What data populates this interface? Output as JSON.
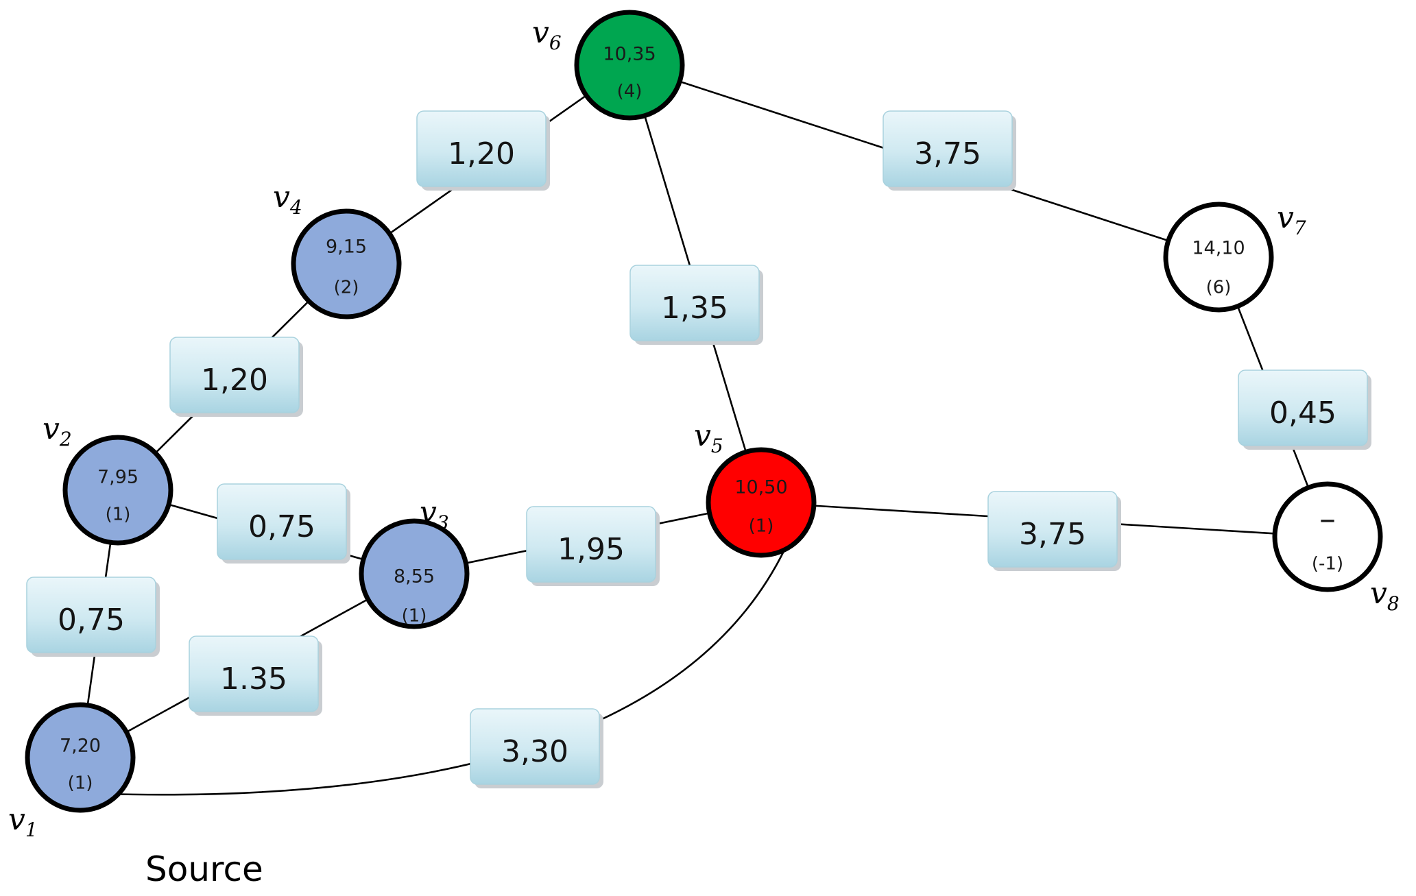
{
  "nodes": {
    "v1": {
      "label": "v",
      "sub": "1",
      "top": "7,20",
      "bottom": "(1)",
      "color": "#8eaadb"
    },
    "v2": {
      "label": "v",
      "sub": "2",
      "top": "7,95",
      "bottom": "(1)",
      "color": "#8eaadb"
    },
    "v3": {
      "label": "v",
      "sub": "3",
      "top": "8,55",
      "bottom": "(1)",
      "color": "#8eaadb"
    },
    "v4": {
      "label": "v",
      "sub": "4",
      "top": "9,15",
      "bottom": "(2)",
      "color": "#8eaadb"
    },
    "v5": {
      "label": "v",
      "sub": "5",
      "top": "10,50",
      "bottom": "(1)",
      "color": "#ff0000"
    },
    "v6": {
      "label": "v",
      "sub": "6",
      "top": "10,35",
      "bottom": "(4)",
      "color": "#00a650"
    },
    "v7": {
      "label": "v",
      "sub": "7",
      "top": "14,10",
      "bottom": "(6)",
      "color": "#ffffff"
    },
    "v8": {
      "label": "v",
      "sub": "8",
      "top": "–",
      "bottom": "(-1)",
      "color": "#ffffff"
    }
  },
  "edges": {
    "v6_v4": "1,20",
    "v4_v2": "1,20",
    "v2_v3": "0,75",
    "v2_v1": "0,75",
    "v1_v3": "1.35",
    "v3_v5": "1,95",
    "v6_v5": "1,35",
    "v6_v7": "3,75",
    "v7_v8": "0,45",
    "v5_v8": "3,75",
    "v1_v5": "3,30"
  },
  "source_label": "Source",
  "colors": {
    "weight_box_top": "#e8f5fa",
    "weight_box_bottom": "#a9d4e2"
  }
}
